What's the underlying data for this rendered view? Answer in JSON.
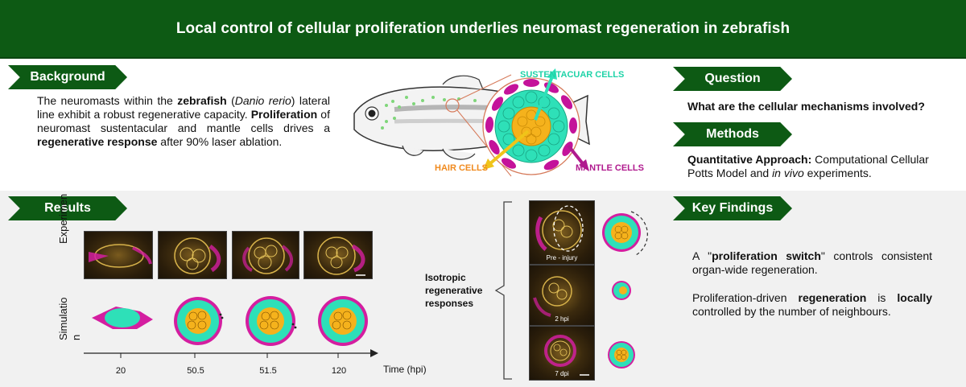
{
  "title": "Local control of cellular proliferation underlies neuromast regeneration in zebrafish",
  "colors": {
    "brand_green": "#0d5a14",
    "sustentacular": "#2ee0b8",
    "hair": "#f5b21c",
    "mantle": "#c4129a",
    "arrow_hair": "#f0c419",
    "arrow_mantle": "#b0198e"
  },
  "background": {
    "heading": "Background",
    "p1": "The neuromasts within the ",
    "p1_bold": "zebrafish",
    "p1_b": " (",
    "p1_italic": "Danio rerio",
    "p1_c": ") lateral line exhibit a robust regenerative capacity. ",
    "p1_bold2": "Proliferation",
    "p1_d": " of neuromast sustentacular and mantle cells drives a ",
    "p1_bold3": "regenerative response",
    "p1_e": " after 90% laser ablation."
  },
  "figure": {
    "sustentacular_label": "SUSTENTACUAR CELLS",
    "hair_label": "HAIR CELLS",
    "mantle_label": "MANTLE CELLS"
  },
  "question": {
    "heading": "Question",
    "text": "What are the cellular mechanisms involved?"
  },
  "methods": {
    "heading": "Methods",
    "bold": "Quantitative Approach:",
    "a": " Computational Cellular Potts Model and ",
    "italic": "in vivo",
    "b": " experiments."
  },
  "results": {
    "heading": "Results",
    "experiment_label": "Experimen",
    "simulation_label_1": "Simulatio",
    "simulation_label_2": "n",
    "time_ticks": [
      "20",
      "50.5",
      "51.5",
      "120"
    ],
    "time_label": "Time (hpi)"
  },
  "isotropic": {
    "label_1": "Isotropic",
    "label_2": "regenerative",
    "label_3": "responses",
    "stages": [
      "Pre - injury",
      "2 hpi",
      "7 dpi"
    ]
  },
  "key_findings": {
    "heading": "Key Findings",
    "f1_a": "A \"",
    "f1_bold": "proliferation switch",
    "f1_b": "\" controls consistent organ-wide regeneration.",
    "f2_a": "Proliferation-driven ",
    "f2_bold": "regeneration",
    "f2_b": " is ",
    "f2_bold2": "locally",
    "f2_c": " controlled by the number of neighbours."
  }
}
